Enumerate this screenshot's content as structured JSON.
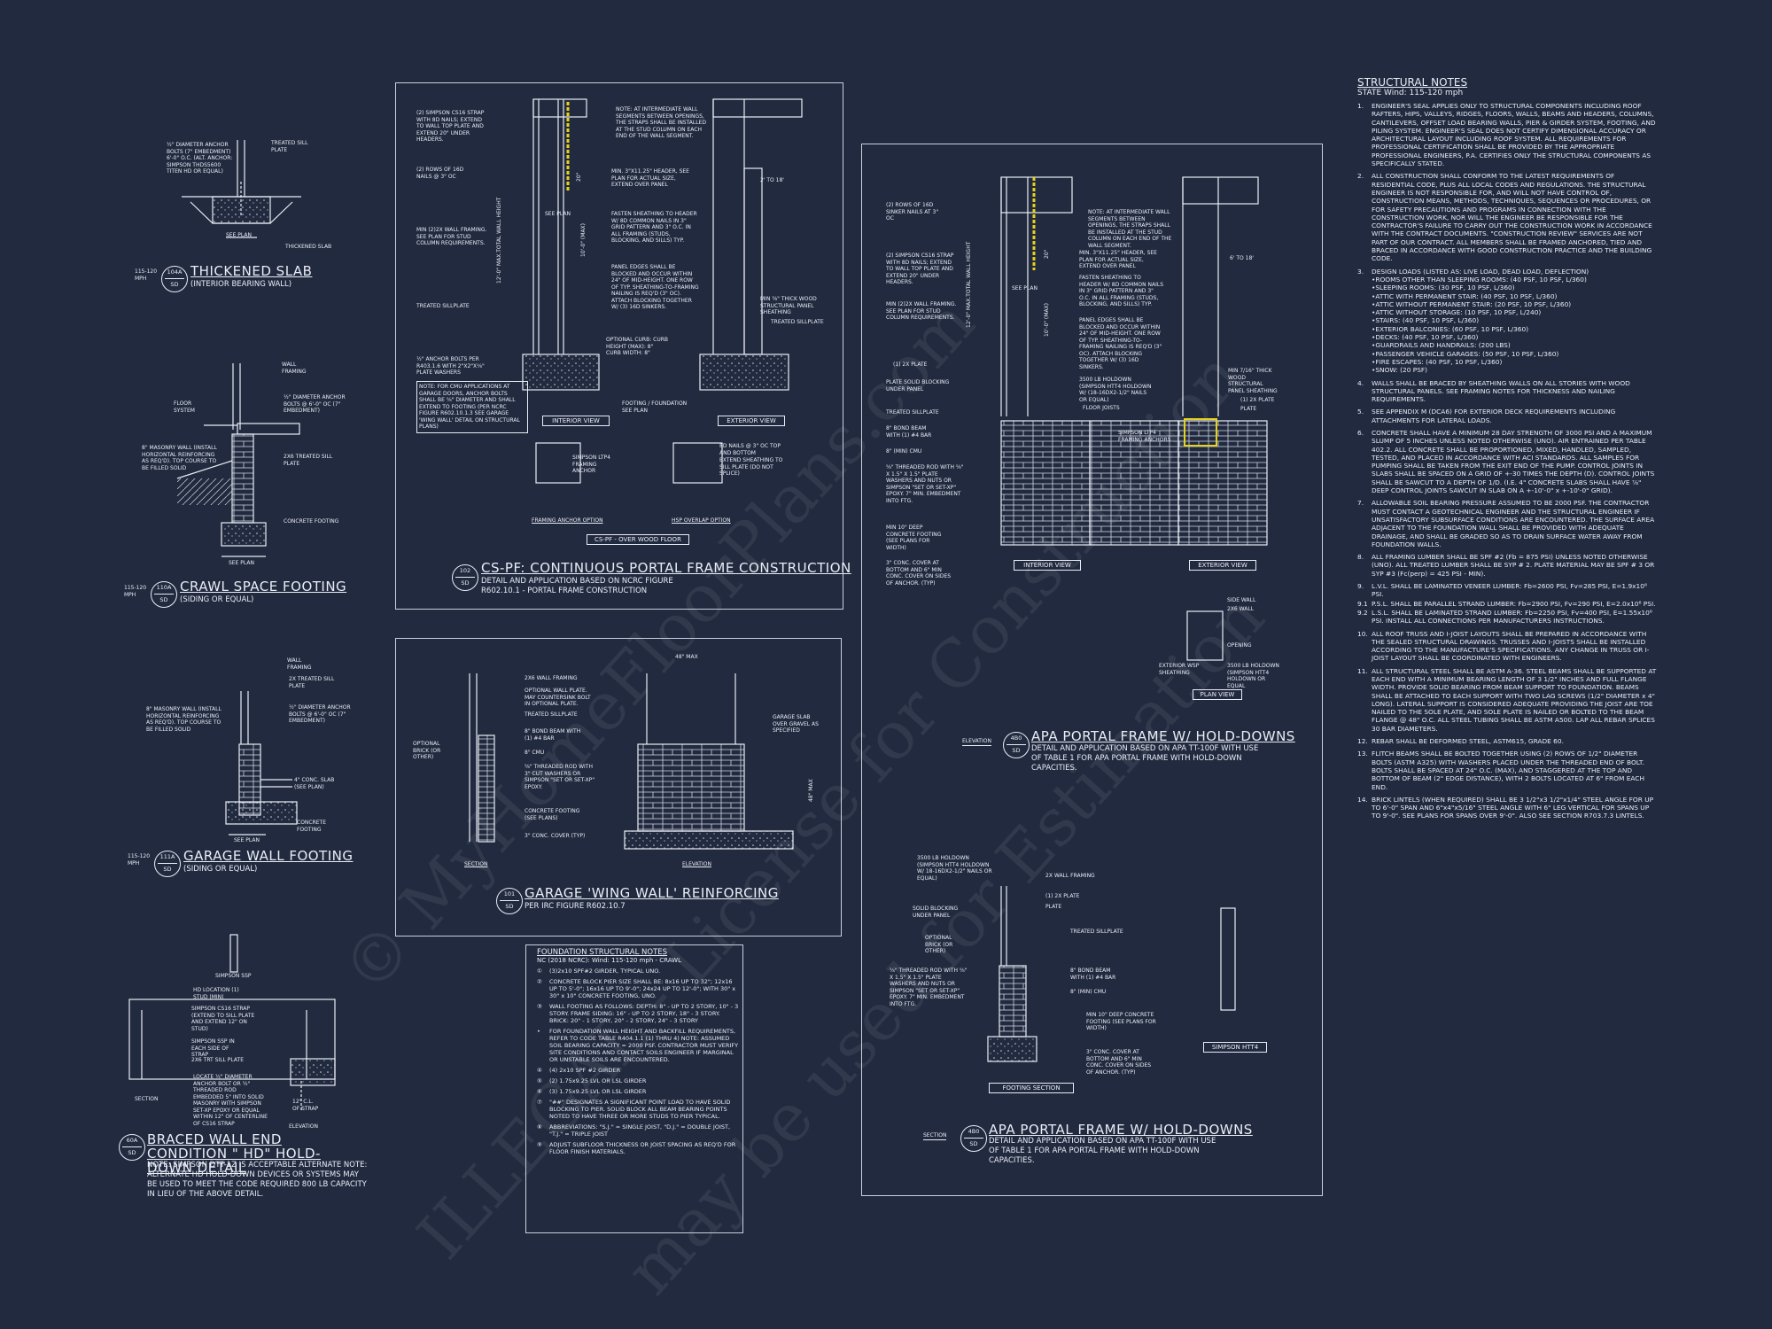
{
  "watermark": {
    "line1": "© MyHomeFloorPlans.com",
    "line2": "ILLEGAL - License for Construction",
    "line3": "may be used for Estimation"
  },
  "details": {
    "thickened_slab": {
      "badge_top": "104A",
      "badge_bot": "SD",
      "mph": "115-120 MPH",
      "title": "THICKENED SLAB",
      "subtitle": "(INTERIOR BEARING WALL)",
      "labels": [
        "½\" DIAMETER ANCHOR BOLTS (7\" EMBEDMENT) 6'-0\" O.C. (ALT. ANCHOR: SIMPSON THDS5600 TITEN HD OR EQUAL)",
        "TREATED SILL PLATE",
        "THICKENED SLAB",
        "SEE PLAN"
      ]
    },
    "crawl_space": {
      "badge_top": "110A",
      "badge_bot": "SD",
      "mph": "115-120 MPH",
      "title": "CRAWL SPACE FOOTING",
      "subtitle": "(SIDING OR EQUAL)",
      "labels": [
        "WALL FRAMING",
        "FLOOR SYSTEM",
        "½\" DIAMETER ANCHOR BOLTS @ 6'-0\" OC (7\" EMBEDMENT)",
        "8\" MASONRY WALL (INSTALL HORIZONTAL REINFORCING AS REQ'D). TOP COURSE TO BE FILLED SOLID",
        "2x6 TREATED SILL PLATE",
        "CONCRETE FOOTING",
        "SEE PLAN"
      ]
    },
    "garage_wall": {
      "badge_top": "111A",
      "badge_bot": "SD",
      "mph": "115-120 MPH",
      "title": "GARAGE WALL FOOTING",
      "subtitle": "(SIDING OR EQUAL)",
      "labels": [
        "WALL FRAMING",
        "2x TREATED SILL PLATE",
        "8\" MASONRY WALL (INSTALL HORIZONTAL REINFORCING AS REQ'D). TOP COURSE TO BE FILLED SOLID",
        "½\" DIAMETER ANCHOR BOLTS @ 6'-0\" OC (7\" EMBEDMENT)",
        "4\" CONC. SLAB (SEE PLAN)",
        "CONCRETE FOOTING",
        "SEE PLAN"
      ]
    },
    "braced_wall": {
      "badge_top": "60A",
      "badge_bot": "SD",
      "title": "BRACED WALL END CONDITION \" HD\" HOLD-DOWN DETAIL",
      "note": "NOTE: SIMPSON DTT-1Z IS ACCEPTABLE ALTERNATE NOTE: ALTERNATE HD HOLD-DOWN DEVICES OR SYSTEMS MAY BE USED TO MEET THE CODE REQUIRED 800 LB CAPACITY IN LIEU OF THE ABOVE DETAIL.",
      "labels": [
        "SIMPSON SSP",
        "HD LOCATION (1) STUD (MIN)",
        "SIMPSON CS16 STRAP (EXTEND TO SILL PLATE AND EXTEND 12\" ON STUD)",
        "SIMPSON SSP IN EACH SIDE OF STRAP",
        "2x6 TRT SILL PLATE",
        "LOCATE ½\" DIAMETER ANCHOR BOLT OR ½\" THREADED ROD EMBEDDED 5\" INTO SOLID MASONRY WITH SIMPSON SET-XP EPOXY OR EQUAL WITHIN 12\" OF CENTERLINE OF CS16 STRAP",
        "SECTION",
        "12\" C.L. OF STRAP",
        "ELEVATION"
      ]
    },
    "cs_pf": {
      "badge_top": "102",
      "badge_bot": "SD",
      "title": "CS-PF: CONTINUOUS PORTAL FRAME CONSTRUCTION",
      "sub1": "DETAIL AND APPLICATION BASED ON NCRC FIGURE",
      "sub2": "R602.10.1 - PORTAL FRAME CONSTRUCTION",
      "tags": [
        "INTERIOR VIEW",
        "EXTERIOR VIEW",
        "FRAMING ANCHOR OPTION",
        "HSP OVERLAP OPTION",
        "CS-PF - OVER WOOD FLOOR"
      ],
      "labels": [
        "(2) SIMPSON CS16 STRAP WITH 8d NAILS; EXTEND TO WALL TOP PLATE AND EXTEND 20\" UNDER HEADERS.",
        "(2) ROWS OF 16d NAILS @ 3\" OC",
        "MIN (2)2X WALL FRAMING. SEE PLAN FOR STUD COLUMN REQUIREMENTS.",
        "TREATED SILLPLATE",
        "½\" ANCHOR BOLTS PER R403.1.6 WITH 2\"x2\"x⅛\" PLATE WASHERS",
        "NOTE: FOR CMU APPLICATIONS AT GARAGE DOORS, ANCHOR BOLTS SHALL BE ⅝\" DIAMETER AND SHALL EXTEND TO FOOTING (PER NCRC FIGURE R602.10.1.3 SEE GARAGE 'WING WALL' DETAIL ON STRUCTURAL PLANS)",
        "NOTE: AT INTERMEDIATE WALL SEGMENTS BETWEEN OPENINGS, THE STRAPS SHALL BE INSTALLED AT THE STUD COLUMN ON EACH END OF THE WALL SEGMENT.",
        "MIN. 3\"x11.25\" HEADER, SEE PLAN FOR ACTUAL SIZE, EXTEND OVER PANEL",
        "FASTEN SHEATHING TO HEADER W/ 8d COMMON NAILS IN 3\" GRID PATTERN AND 3\" O.C. IN ALL FRAMING (STUDS, BLOCKING, AND SILLS) TYP.",
        "PANEL EDGES SHALL BE BLOCKED AND OCCUR WITHIN 24\" OF MID-HEIGHT. ONE ROW OF TYP. SHEATHING-TO-FRAMING NAILING IS REQ'D (3\" OC). ATTACH BLOCKING TOGETHER W/ (3) 16d SINKERS.",
        "OPTIONAL CURB: CURB HEIGHT (MAX): 8\" CURB WIDTH: 8\"",
        "FOOTING / FOUNDATION SEE PLAN",
        "MIN ⅜\" THICK WOOD STRUCTURAL PANEL SHEATHING",
        "TREATED SILLPLATE",
        "SIMPSON LTP4 FRAMING ANCHOR",
        "8d NAILS @ 3\" OC TOP AND BOTTOM",
        "EXTEND SHEATHING TO SILL PLATE (DO NOT SPLICE)",
        "SEE PLAN",
        "12'-0\" MAX.TOTAL WALL HEIGHT",
        "10'-0\" (MAX)",
        "20\"",
        "2' TO 18'"
      ]
    },
    "garage_wing": {
      "badge_top": "101",
      "badge_bot": "SD",
      "title": "GARAGE 'WING WALL' REINFORCING",
      "subtitle": "PER IRC FIGURE R602.10.7",
      "labels": [
        "2x6 WALL FRAMING",
        "OPTIONAL WALL PLATE. MAY COUNTERSINK BOLT IN OPTIONAL PLATE.",
        "TREATED SILLPLATE",
        "8\" BOND BEAM WITH (1) #4 BAR",
        "OPTIONAL BRICK (OR OTHER)",
        "8\" CMU",
        "⅝\" THREADED ROD WITH 3\" CUT WASHERS OR SIMPSON \"SET OR SET-XP\" EPOXY.",
        "CONCRETE FOOTING (SEE PLANS)",
        "3\" CONC. COVER (TYP)",
        "GARAGE SLAB OVER GRAVEL AS SPECIFIED",
        "SECTION",
        "ELEVATION",
        "48\" MAX",
        "48\" MAX"
      ]
    },
    "foundation_notes": {
      "title": "FOUNDATION STRUCTURAL NOTES",
      "subtitle": "NC (2018 NCRC): Wind: 115-120 mph - CRAWL",
      "items": [
        {
          "n": "①",
          "t": "(3)2x10 SPF#2 GIRDER, TYPICAL UNO."
        },
        {
          "n": "②",
          "t": "CONCRETE BLOCK PIER SIZE SHALL BE: 8x16 UP TO 32\"; 12x16 UP TO 5'-0\"; 16x16 UP TO 9'-0\"; 24x24 UP TO 12'-0\"; WITH 30\" x 30\" x 10\" CONCRETE FOOTING, UNO."
        },
        {
          "n": "③",
          "t": "WALL FOOTING AS FOLLOWS: DEPTH: 8\" - UP TO 2 STORY, 10\" - 3 STORY. FRAME SIDING: 16\" - UP TO 2 STORY, 18\" - 3 STORY. BRICK: 20\" - 1 STORY, 20\" - 2 STORY, 24\" - 3 STORY"
        },
        {
          "n": "•",
          "t": "FOR FOUNDATION WALL HEIGHT AND BACKFILL REQUIREMENTS, REFER TO CODE TABLE R404.1.1 (1) THRU 4) NOTE: ASSUMED SOIL BEARING CAPACITY = 2000 PSF. CONTRACTOR MUST VERIFY SITE CONDITIONS AND CONTACT SOILS ENGINEER IF MARGINAL OR UNSTABLE SOILS ARE ENCOUNTERED."
        },
        {
          "n": "④",
          "t": "(4) 2x10 SPF #2 GIRDER"
        },
        {
          "n": "⑤",
          "t": "(2) 1.75x9.25 LVL OR LSL GIRDER"
        },
        {
          "n": "⑥",
          "t": "(3) 1.75x9.25 LVL OR LSL GIRDER"
        },
        {
          "n": "⑦",
          "t": "\"##\" DESIGNATES A SIGNIFICANT POINT LOAD TO HAVE SOLID BLOCKING TO PIER. SOLID BLOCK ALL BEAM BEARING POINTS NOTED TO HAVE THREE OR MORE STUDS TO PIER TYPICAL."
        },
        {
          "n": "⑧",
          "t": "ABBREVIATIONS: \"S.J.\" = SINGLE JOIST, \"D.J.\" = DOUBLE JOIST, \"T.J.\" = TRIPLE JOIST"
        },
        {
          "n": "⑨",
          "t": "ADJUST SUBFLOOR THICKNESS OR JOIST SPACING AS REQ'D FOR FLOOR FINISH MATERIALS."
        }
      ]
    },
    "apa_elev": {
      "badge_top": "4B0",
      "badge_bot": "SD",
      "kind": "ELEVATION",
      "title": "APA PORTAL FRAME W/ HOLD-DOWNS",
      "sub1": "DETAIL AND APPLICATION BASED ON APA TT-100F WITH USE",
      "sub2": "OF TABLE 1 FOR APA PORTAL FRAME WITH HOLD-DOWN",
      "sub3": "CAPACITIES.",
      "tags": [
        "INTERIOR VIEW",
        "EXTERIOR VIEW",
        "PLAN VIEW"
      ],
      "labels": [
        "(2) ROWS OF 16d SINKER NAILS AT 3\" OC",
        "(2) SIMPSON CS16 STRAP WITH 8d NAILS; EXTEND TO WALL TOP PLATE AND EXTEND 20\" UNDER HEADERS.",
        "MIN (2)2X WALL FRAMING. SEE PLAN FOR STUD COLUMN REQUIREMENTS.",
        "(1) 2x PLATE",
        "PLATE SOLID BLOCKING UNDER PANEL",
        "TREATED SILLPLATE",
        "8\" BOND BEAM WITH (1) #4 BAR",
        "8\" (MIN) CMU",
        "⅝\" THREADED ROD WITH ⅝\" x 1.5\" x 1.5\" PLATE WASHERS AND NUTS OR SIMPSON \"SET OR SET-XP\" EPOXY. 7\" MIN. EMBEDMENT INTO FTG.",
        "MIN 10\" DEEP CONCRETE FOOTING (SEE PLANS FOR WIDTH)",
        "3\" CONC. COVER AT BOTTOM AND 6\" MIN CONC. COVER ON SIDES OF ANCHOR. (TYP)",
        "NOTE: AT INTERMEDIATE WALL SEGMENTS BETWEEN OPENINGS, THE STRAPS SHALL BE INSTALLED AT THE STUD COLUMN ON EACH END OF THE WALL SEGMENT.",
        "MIN. 3\"x11.25\" HEADER, SEE PLAN FOR ACTUAL SIZE, EXTEND OVER PANEL",
        "FASTEN SHEATHING TO HEADER W/ 8d COMMON NAILS IN 3\" GRID PATTERN AND 3\" O.C. IN ALL FRAMING (STUDS, BLOCKING, AND SILLS) TYP.",
        "PANEL EDGES SHALL BE BLOCKED AND OCCUR WITHIN 24\" OF MID-HEIGHT. ONE ROW OF TYP. SHEATHING-TO-FRAMING NAILING IS REQ'D (3\" OC). ATTACH BLOCKING TOGETHER W/ (3) 16d SINKERS.",
        "3500 LB HOLDOWN (SIMPSON HTT4 HOLDOWN W/ (18-16dx2-1/2\" NAILS OR EQUAL)",
        "FLOOR JOISTS",
        "SIMPSON LTP4 FRAMING ANCHORS",
        "MIN 7/16\" THICK WOOD STRUCTURAL PANEL SHEATHING",
        "(1) 2x PLATE",
        "PLATE",
        "SIDE WALL",
        "2x6 WALL",
        "OPENING",
        "EXTERIOR WSP SHEATHING",
        "3500 LB HOLDOWN (SIMPSON HTT4 HOLDOWN OR EQUAL",
        "SEE PLAN",
        "12'-0\" MAX.TOTAL WALL HEIGHT",
        "10'-0\" (MAX)",
        "20\"",
        "6' TO 18'"
      ]
    },
    "apa_section": {
      "badge_top": "4B0",
      "badge_bot": "SD",
      "kind": "SECTION",
      "title": "APA PORTAL FRAME W/ HOLD-DOWNS",
      "sub1": "DETAIL AND APPLICATION BASED ON APA TT-100F WITH USE",
      "sub2": "OF TABLE 1 FOR APA PORTAL FRAME WITH HOLD-DOWN",
      "sub3": "CAPACITIES.",
      "tags": [
        "FOOTING SECTION",
        "SIMPSON HTT4"
      ],
      "labels": [
        "3500 LB HOLDOWN (SIMPSON HTT4 HOLDOWN W/ 18-16dx2-1/2\" NAILS OR EQUAL)",
        "2x WALL FRAMING",
        "(1) 2x PLATE",
        "PLATE",
        "SOLID BLOCKING UNDER PANEL",
        "TREATED SILLPLATE",
        "OPTIONAL BRICK (OR OTHER)",
        "⅝\" THREADED ROD WITH ⅝\" x 1.5\" x 1.5\" PLATE WASHERS AND NUTS OR SIMPSON \"SET OR SET-XP\" EPOXY. 7\" MIN. EMBEDMENT INTO FTG.",
        "8\" BOND BEAM WITH (1) #4 BAR",
        "8\" (MIN) CMU",
        "MIN 10\" DEEP CONCRETE FOOTING (SEE PLANS FOR WIDTH)",
        "3\" CONC. COVER AT BOTTOM AND 6\" MIN CONC. COVER ON SIDES OF ANCHOR. (TYP)"
      ]
    }
  },
  "structural_notes": {
    "title": "STRUCTURAL NOTES",
    "state": "STATE Wind: 115-120 mph",
    "n1": "ENGINEER'S SEAL APPLIES ONLY TO STRUCTURAL COMPONENTS INCLUDING ROOF RAFTERS, HIPS, VALLEYS, RIDGES, FLOORS, WALLS, BEAMS AND HEADERS, COLUMNS, CANTILEVERS, OFFSET LOAD BEARING WALLS, PIER & GIRDER SYSTEM, FOOTING, AND PILING SYSTEM. ENGINEER'S SEAL DOES NOT CERTIFY DIMENSIONAL ACCURACY OR ARCHITECTURAL LAYOUT INCLUDING ROOF SYSTEM. ALL REQUIREMENTS FOR PROFESSIONAL CERTIFICATION SHALL BE PROVIDED BY THE APPROPRIATE PROFESSIONAL ENGINEERS, P.A. CERTIFIES ONLY THE STRUCTURAL COMPONENTS AS SPECIFICALLY STATED.",
    "n2": "ALL CONSTRUCTION SHALL CONFORM TO THE LATEST REQUIREMENTS OF RESIDENTIAL CODE, PLUS ALL LOCAL CODES AND REGULATIONS. THE STRUCTURAL ENGINEER IS NOT RESPONSIBLE FOR, AND WILL NOT HAVE CONTROL OF, CONSTRUCTION MEANS, METHODS, TECHNIQUES, SEQUENCES OR PROCEDURES, OR FOR SAFETY PRECAUTIONS AND PROGRAMS IN CONNECTION WITH THE CONSTRUCTION WORK, NOR WILL THE ENGINEER BE RESPONSIBLE FOR THE CONTRACTOR'S FAILURE TO CARRY OUT THE CONSTRUCTION WORK IN ACCORDANCE WITH THE CONTRACT DOCUMENTS. \"CONSTRUCTION REVIEW\" SERVICES ARE NOT PART OF OUR CONTRACT. ALL MEMBERS SHALL BE FRAMED ANCHORED, TIED AND BRACED IN ACCORDANCE WITH GOOD CONSTRUCTION PRACTICE AND THE BUILDING CODE.",
    "n3": "DESIGN LOADS (LISTED AS: LIVE LOAD, DEAD LOAD, DEFLECTION)",
    "loads": [
      "ROOMS OTHER THAN SLEEPING ROOMS: (40 PSF, 10 PSF, L/360)",
      "SLEEPING ROOMS: (30 PSF, 10 PSF, L/360)",
      "ATTIC WITH PERMANENT STAIR: (40 PSF, 10 PSF, L/360)",
      "ATTIC WITHOUT PERMANENT STAIR: (20 PSF, 10 PSF, L/360)",
      "ATTIC WITHOUT STORAGE: (10 PSF, 10 PSF, L/240)",
      "STAIRS: (40 PSF, 10 PSF, L/360)",
      "EXTERIOR BALCONIES: (60 PSF, 10 PSF, L/360)",
      "DECKS: (40 PSF, 10 PSF, L/360)",
      "GUARDRAILS AND HANDRAILS: (200 LBS)",
      "PASSENGER VEHICLE GARAGES: (50 PSF, 10 PSF, L/360)",
      "FIRE ESCAPES: (40 PSF, 10 PSF, L/360)",
      "SNOW: (20 PSF)"
    ],
    "n4": "WALLS SHALL BE BRACED BY SHEATHING WALLS ON ALL STORIES WITH WOOD STRUCTURAL PANELS. SEE FRAMING NOTES FOR THICKNESS AND NAILING REQUIREMENTS.",
    "n5": "SEE APPENDIX M (DCA6) FOR EXTERIOR DECK REQUIREMENTS INCLUDING ATTACHMENTS FOR LATERAL LOADS.",
    "n6": "CONCRETE SHALL HAVE A MINIMUM 28 DAY STRENGTH OF 3000 PSI AND A MAXIMUM SLUMP OF 5 INCHES UNLESS NOTED OTHERWISE (UNO). AIR ENTRAINED PER TABLE 402.2. ALL CONCRETE SHALL BE PROPORTIONED, MIXED, HANDLED, SAMPLED, TESTED, AND PLACED IN ACCORDANCE WITH ACI STANDARDS. ALL SAMPLES FOR PUMPING SHALL BE TAKEN FROM THE EXIT END OF THE PUMP. CONTROL JOINTS IN SLABS SHALL BE SPACED ON A GRID OF +-30 TIMES THE DEPTH (D). CONTROL JOINTS SHALL BE SAWCUT TO A DEPTH OF 1/D. (I.E. 4\" CONCRETE SLABS SHALL HAVE ⅞\" DEEP CONTROL JOINTS SAWCUT IN SLAB ON A +-10'-0\" x +-10'-0\" GRID).",
    "n7": "ALLOWABLE SOIL BEARING PRESSURE ASSUMED TO BE 2000 PSF. THE CONTRACTOR MUST CONTACT A GEOTECHNICAL ENGINEER AND THE STRUCTURAL ENGINEER IF UNSATISFACTORY SUBSURFACE CONDITIONS ARE ENCOUNTERED. THE SURFACE AREA ADJACENT TO THE FOUNDATION WALL SHALL BE PROVIDED WITH ADEQUATE DRAINAGE, AND SHALL BE GRADED SO AS TO DRAIN SURFACE WATER AWAY FROM FOUNDATION WALLS.",
    "n8": "ALL FRAMING LUMBER SHALL BE SPF #2 (Fb = 875 PSI) UNLESS NOTED OTHERWISE (UNO). ALL TREATED LUMBER SHALL BE SYP # 2. PLATE MATERIAL MAY BE SPF # 3 OR SYP #3 (Fc(perp) = 425 PSI - MIN).",
    "n9": "L.V.L. SHALL BE LAMINATED VENEER LUMBER: Fb=2600 PSI, Fv=285 PSI, E=1.9x10⁶ PSI.",
    "n91": "P.S.L. SHALL BE PARALLEL STRAND LUMBER: Fb=2900 PSI, Fv=290 PSI, E=2.0x10⁶ PSI.",
    "n92": "L.S.L. SHALL BE LAMINATED STRAND LUMBER: Fb=2250 PSI, Fv=400 PSI, E=1.55x10⁶ PSI. INSTALL ALL CONNECTIONS PER MANUFACTURERS INSTRUCTIONS.",
    "n10": "ALL ROOF TRUSS AND I-JOIST LAYOUTS SHALL BE PREPARED IN ACCORDANCE WITH THE SEALED STRUCTURAL DRAWINGS. TRUSSES AND I-JOISTS SHALL BE INSTALLED ACCORDING TO THE MANUFACTURE'S SPECIFICATIONS. ANY CHANGE IN TRUSS OR I-JOIST LAYOUT SHALL BE COORDINATED WITH ENGINEERS.",
    "n11": "ALL STRUCTURAL STEEL SHALL BE ASTM A-36. STEEL BEAMS SHALL BE SUPPORTED AT EACH END WITH A MINIMUM BEARING LENGTH OF 3 1/2\" INCHES AND FULL FLANGE WIDTH. PROVIDE SOLID BEARING FROM BEAM SUPPORT TO FOUNDATION. BEAMS SHALL BE ATTACHED TO EACH SUPPORT WITH TWO LAG SCREWS (1/2\" DIAMETER x 4\" LONG). LATERAL SUPPORT IS CONSIDERED ADEQUATE PROVIDING THE JOIST ARE TOE NAILED TO THE SOLE PLATE, AND SOLE PLATE IS NAILED OR BOLTED TO THE BEAM FLANGE @ 48\" O.C. ALL STEEL TUBING SHALL BE ASTM A500. LAP ALL REBAR SPLICES 30 BAR DIAMETERS.",
    "n12": "REBAR SHALL BE DEFORMED STEEL, ASTM615, GRADE 60.",
    "n13": "FLITCH BEAMS SHALL BE BOLTED TOGETHER USING (2) ROWS OF 1/2\" DIAMETER BOLTS (ASTM A325) WITH WASHERS PLACED UNDER THE THREADED END OF BOLT. BOLTS SHALL BE SPACED AT 24\" O.C. (MAX), AND STAGGERED AT THE TOP AND BOTTOM OF BEAM (2\" EDGE DISTANCE), WITH 2 BOLTS LOCATED AT 6\" FROM EACH END.",
    "n14": "BRICK LINTELS (WHEN REQUIRED) SHALL BE 3 1/2\"x3 1/2\"x1/4\" STEEL ANGLE FOR UP TO 6'-0\" SPAN AND 6\"x4\"x5/16\" STEEL ANGLE WITH 6\" LEG VERTICAL FOR SPANS UP TO 9'-0\". SEE PLANS FOR SPANS OVER 9'-0\". ALSO SEE SECTION R703.7.3 LINTELS."
  },
  "colors": {
    "background": "#222a3f",
    "linework": "#e9edf5",
    "highlight": "#e8d21c"
  }
}
